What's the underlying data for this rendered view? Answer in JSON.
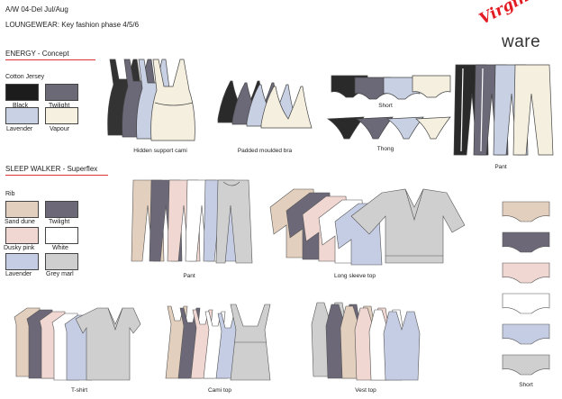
{
  "header": {
    "season": "A/W 04-Del Jul/Aug",
    "title": "LOUNGEWEAR: Key fashion  phase 4/5/6"
  },
  "logo": {
    "script": "Virgin",
    "ware": "ware"
  },
  "sections": {
    "energy": {
      "title": "ENERGY - Concept",
      "fabric": "Cotton Jersey",
      "swatches": [
        {
          "name": "Black",
          "color": "#1c1c1c"
        },
        {
          "name": "Twilight",
          "color": "#6c6977"
        },
        {
          "name": "Lavender",
          "color": "#c9d2e5"
        },
        {
          "name": "Vapour",
          "color": "#f6f0e0"
        }
      ]
    },
    "sleepwalker": {
      "title": "SLEEP WALKER - Superflex",
      "fabric": "Rib",
      "swatches": [
        {
          "name": "Sand dune",
          "color": "#e3cfbd"
        },
        {
          "name": "Twilight",
          "color": "#6d6878"
        },
        {
          "name": "Dusky pink",
          "color": "#f0d7d1"
        },
        {
          "name": "White",
          "color": "#ffffff"
        },
        {
          "name": "Lavender",
          "color": "#c5cde4"
        },
        {
          "name": "Grey marl",
          "color": "#cfcfcf"
        }
      ]
    }
  },
  "garments": {
    "hidden_cami": "Hidden support cami",
    "padded_bra": "Padded moulded bra",
    "short_energy": "Short",
    "thong": "Thong",
    "pant_energy": "Pant",
    "pant_sleep": "Pant",
    "long_sleeve_top": "Long sleeve top",
    "short_sleep": "Short",
    "tshirt": "T-shirt",
    "cami_top": "Cami top",
    "vest_top": "Vest top"
  }
}
